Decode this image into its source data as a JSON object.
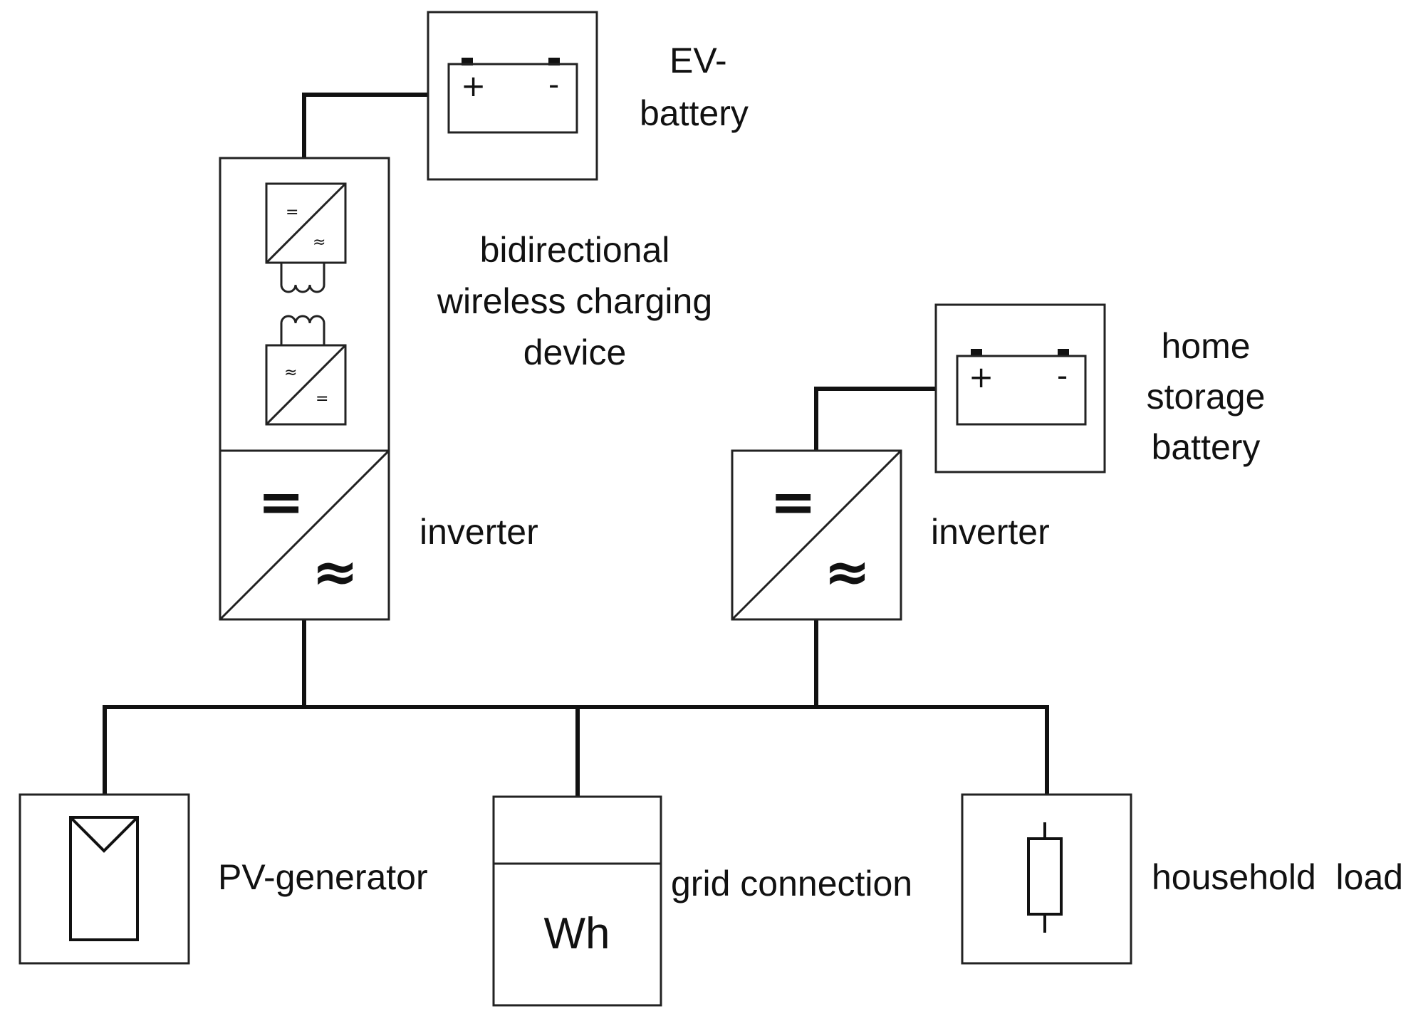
{
  "labels": {
    "ev_battery_line1": "EV-",
    "ev_battery_line2": "battery",
    "wireless_line1": "bidirectional",
    "wireless_line2": "wireless charging",
    "wireless_line3": "device",
    "inverter_left": "inverter",
    "inverter_right": "inverter",
    "home_storage_line1": "home",
    "home_storage_line2": "storage",
    "home_storage_line3": "battery",
    "pv_generator": "PV-generator",
    "grid_connection": "grid connection",
    "household_load": "household  load"
  },
  "symbols": {
    "dc": "=",
    "ac": "≈",
    "battery_plus": "+",
    "battery_minus": "-",
    "meter_unit": "Wh"
  }
}
